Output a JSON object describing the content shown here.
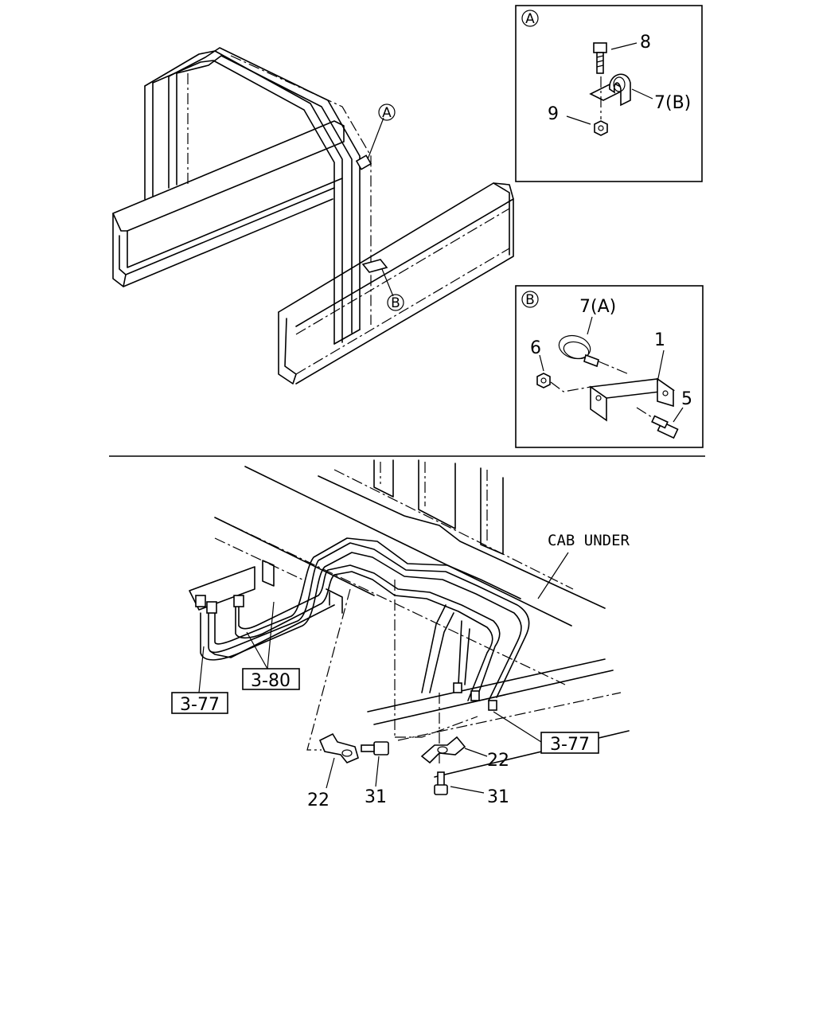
{
  "callouts": {
    "detail_a": "A",
    "detail_b": "B"
  },
  "detail_a": {
    "tag": "A",
    "parts": [
      "8",
      "7(B)",
      "9"
    ]
  },
  "detail_b": {
    "tag": "B",
    "parts": [
      "7(A)",
      "1",
      "6",
      "5"
    ]
  },
  "lower": {
    "cab_label": "CAB UNDER",
    "ref_3_80": "3-80",
    "ref_3_77_left": "3-77",
    "ref_3_77_right": "3-77",
    "part_22_left": "22",
    "part_31_left": "31",
    "part_22_right": "22",
    "part_31_right": "31"
  }
}
